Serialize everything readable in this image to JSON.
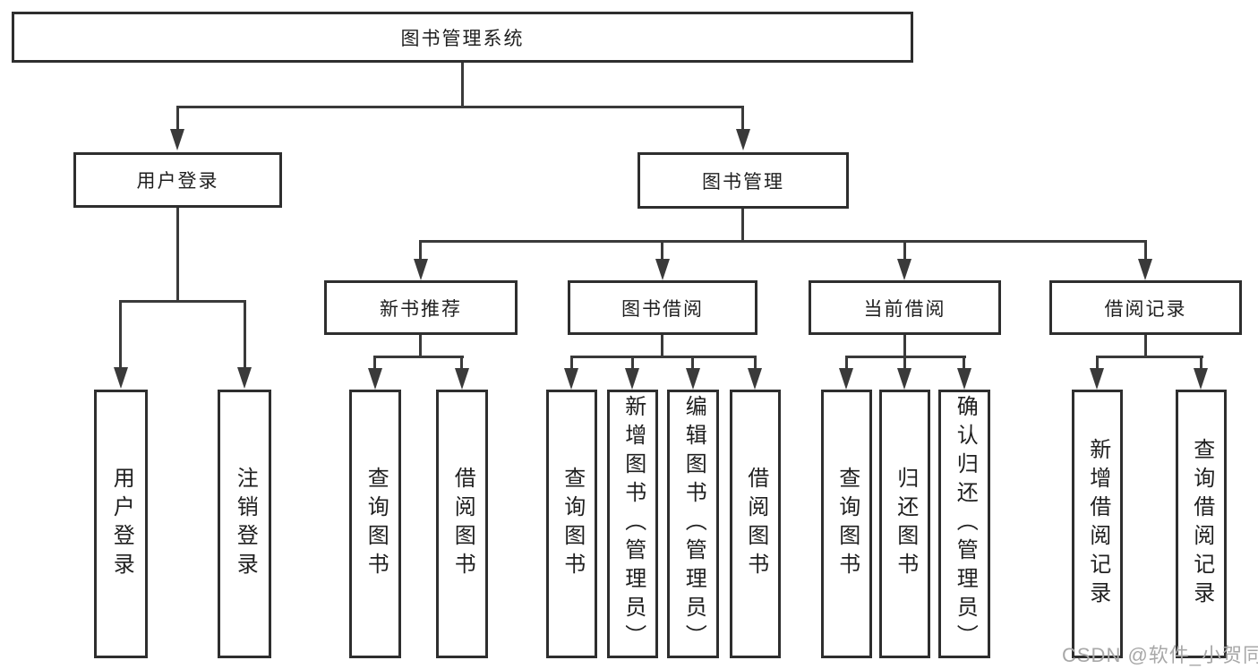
{
  "colors": {
    "background": "#ffffff",
    "box_border": "#2e2e2e",
    "connector": "#3a3a3a",
    "text": "#1f1f1f",
    "watermark": "#a8a8a8"
  },
  "nodes": {
    "root": "图书管理系统",
    "l2": [
      "用户登录",
      "图书管理"
    ],
    "l3": [
      "新书推荐",
      "图书借阅",
      "当前借阅",
      "借阅记录"
    ],
    "l4": [
      "用户登录",
      "注销登录",
      "查询图书",
      "借阅图书",
      "查询图书",
      "新增图书（管理员）",
      "编辑图书（管理员）",
      "借阅图书",
      "查询图书",
      "归还图书",
      "确认归还（管理员）",
      "新增借阅记录",
      "查询借阅记录"
    ]
  },
  "hierarchy": {
    "图书管理系统": [
      "用户登录",
      "图书管理"
    ],
    "用户登录": [
      "用户登录",
      "注销登录"
    ],
    "图书管理": [
      "新书推荐",
      "图书借阅",
      "当前借阅",
      "借阅记录"
    ],
    "新书推荐": [
      "查询图书",
      "借阅图书"
    ],
    "图书借阅": [
      "查询图书",
      "新增图书（管理员）",
      "编辑图书（管理员）",
      "借阅图书"
    ],
    "当前借阅": [
      "查询图书",
      "归还图书",
      "确认归还（管理员）"
    ],
    "借阅记录": [
      "新增借阅记录",
      "查询借阅记录"
    ]
  },
  "watermark": "CSDN @软件_小贺同学"
}
